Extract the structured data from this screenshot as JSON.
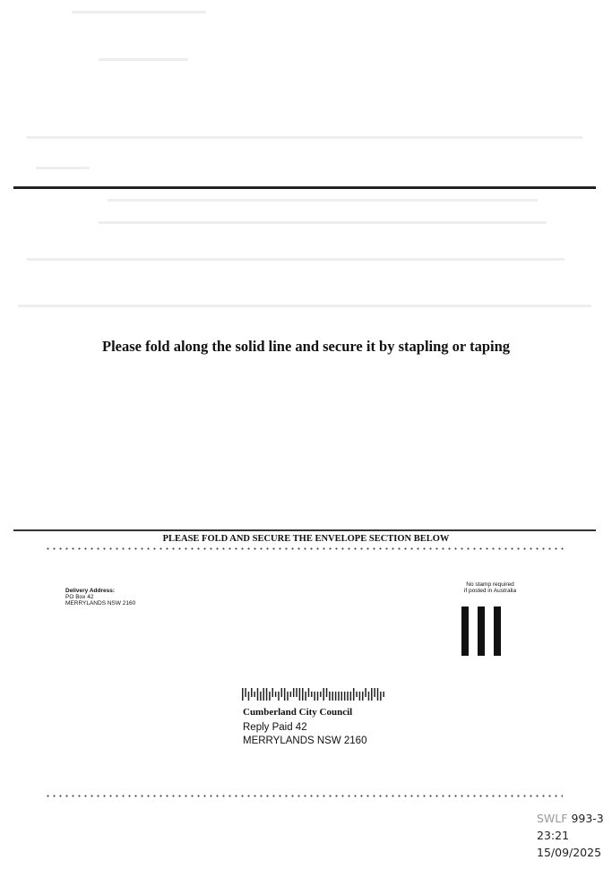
{
  "instruction": "Please fold along the solid line and secure it by stapling or taping",
  "fold_notice": "PLEASE FOLD AND SECURE THE ENVELOPE SECTION BELOW",
  "delivery": {
    "label": "Delivery Address:",
    "line1": "PO Box 42",
    "line2": "MERRYLANDS  NSW  2160"
  },
  "postage": {
    "line1": "No stamp required",
    "line2": "if posted in Australia"
  },
  "addressee": {
    "name": "Cumberland City Council",
    "line1": "Reply Paid 42",
    "line2": "MERRYLANDS  NSW  2160"
  },
  "scan_stamp": {
    "prefix": "SWLF",
    "code": "993-3",
    "time": "23:21",
    "date": "15/09/2025"
  }
}
